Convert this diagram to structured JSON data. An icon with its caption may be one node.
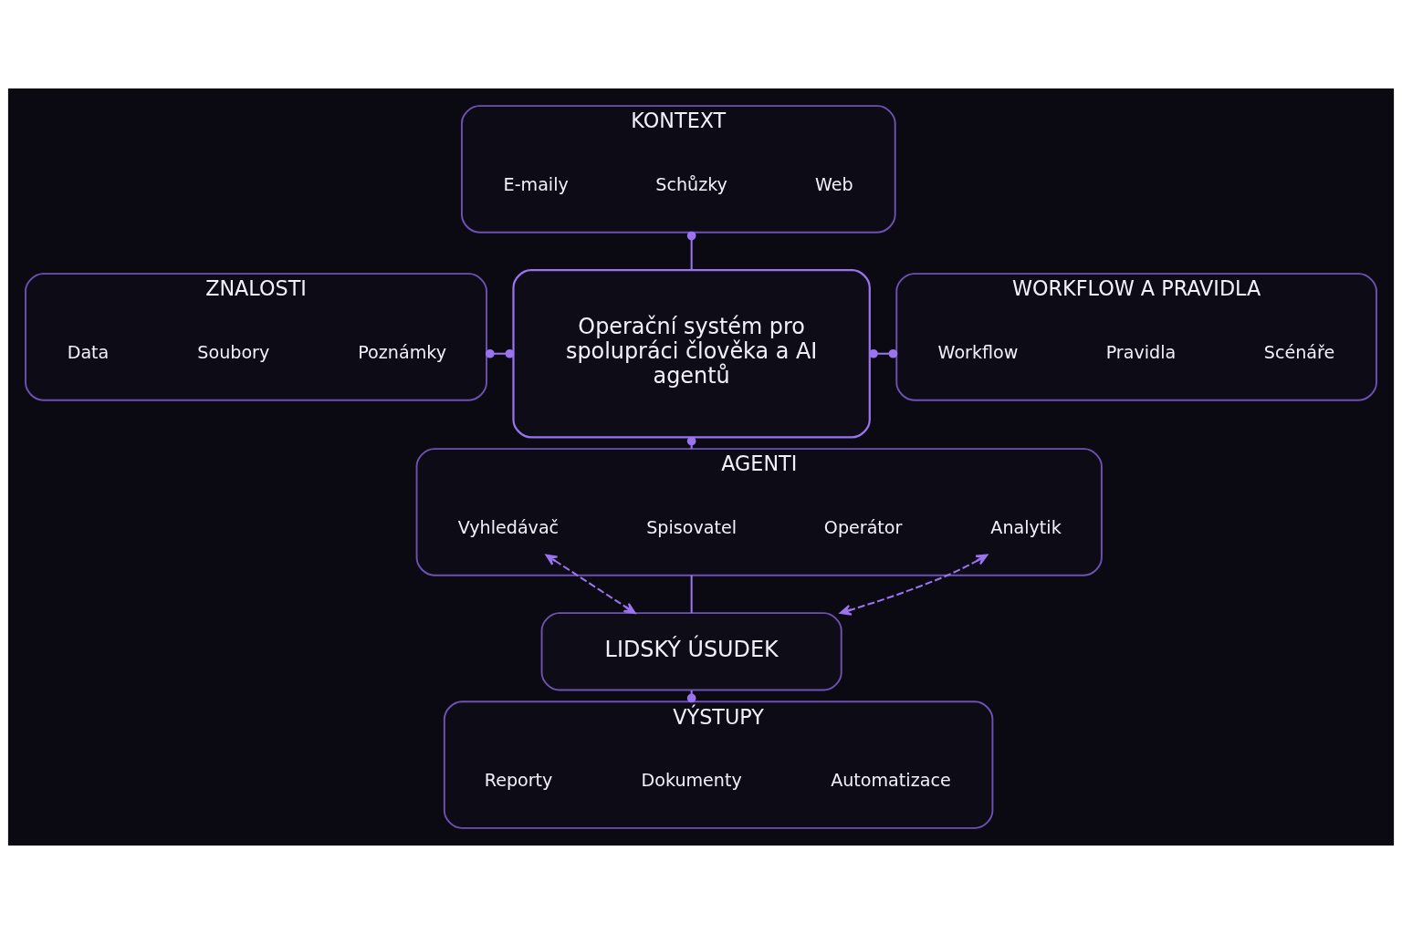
{
  "diagram": {
    "nodes": [
      {
        "text": [
          "KONTEXT"
        ]
      },
      {
        "text": [
          "E-maily"
        ],
        "in": 0
      },
      {
        "text": [
          "Schůzky"
        ],
        "in": 0
      },
      {
        "text": [
          "Web"
        ],
        "in": 0
      },
      {
        "text": [
          "ZNALOSTI"
        ]
      },
      {
        "text": [
          "Data"
        ],
        "in": 4
      },
      {
        "text": [
          "Soubory"
        ],
        "in": 4
      },
      {
        "text": [
          "Poznámky"
        ],
        "in": 4
      },
      {
        "text": [
          "Operační systém pro spolupráci člověka a AI agentů"
        ]
      },
      {
        "text": [
          "WORKFLOW A PRAVIDLA"
        ]
      },
      {
        "text": [
          "Workflow"
        ],
        "in": 9
      },
      {
        "text": [
          "Pravidla"
        ],
        "in": 9
      },
      {
        "text": [
          "Scénáře"
        ],
        "in": 9
      },
      {
        "text": [
          "AGENTI"
        ]
      },
      {
        "text": [
          "Vyhledávač"
        ],
        "in": 13
      },
      {
        "text": [
          "Spisovatel"
        ],
        "in": 13
      },
      {
        "text": [
          "Operátor"
        ],
        "in": 13
      },
      {
        "text": [
          "Analytik"
        ],
        "in": 13
      },
      {
        "text": [
          "LIDSKÝ ÚSUDEK"
        ]
      },
      {
        "text": [
          "VÝSTUPY"
        ]
      },
      {
        "text": [
          "Reporty"
        ],
        "in": 19
      },
      {
        "text": [
          "Dokumenty"
        ],
        "in": 19
      },
      {
        "text": [
          "Automatizace"
        ],
        "in": 19
      }
    ],
    "edges": [
      {
        "from": 0,
        "to": 8,
        "arrow": "other"
      },
      {
        "from": 4,
        "to": 8,
        "arrow": "other"
      },
      {
        "from": 8,
        "to": 9,
        "arrow": "other"
      },
      {
        "from": 8,
        "to": 13,
        "arrow": "other"
      },
      {
        "from": 13,
        "to": 18,
        "arrow": "none"
      },
      {
        "from": 18,
        "to": 19,
        "arrow": "other"
      },
      {
        "from": 14,
        "to": 18,
        "arrow": "both",
        "style": "dashed"
      },
      {
        "from": 17,
        "to": 18,
        "arrow": "both",
        "style": "dashed"
      }
    ]
  }
}
